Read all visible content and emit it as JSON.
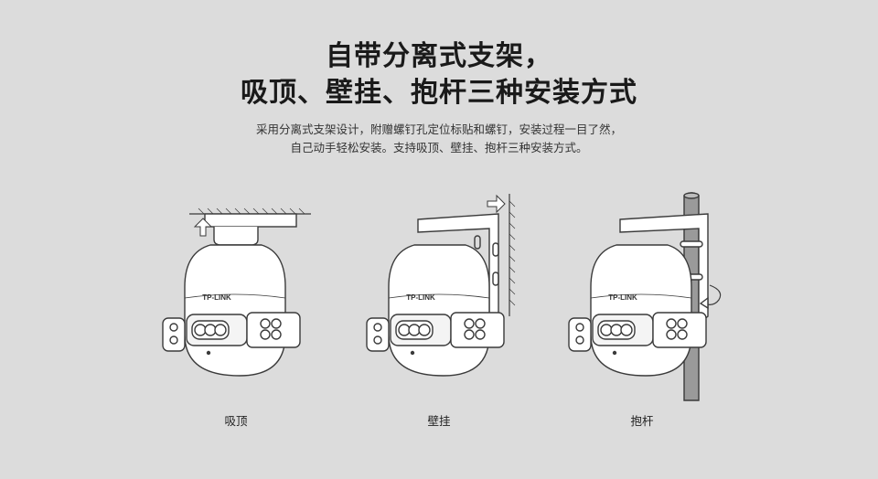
{
  "headline": {
    "line1": "自带分离式支架，",
    "line2": "吸顶、壁挂、抱杆三种安装方式"
  },
  "description": {
    "line1": "采用分离式支架设计，附赠螺钉孔定位标贴和螺钉，安装过程一目了然，",
    "line2": "自己动手轻松安装。支持吸顶、壁挂、抱杆三种安装方式。"
  },
  "camera": {
    "brand": "TP-LINK"
  },
  "mounts": [
    {
      "label": "吸顶",
      "arrow-icon": "arrow-up-icon"
    },
    {
      "label": "壁挂",
      "arrow-icon": "arrow-right-icon"
    },
    {
      "label": "抱杆",
      "arrow-icon": "rotate-arrow-icon"
    }
  ],
  "colors": {
    "background": "#dcdcdc",
    "body": "#ffffff",
    "outline": "#3a3a3a"
  }
}
